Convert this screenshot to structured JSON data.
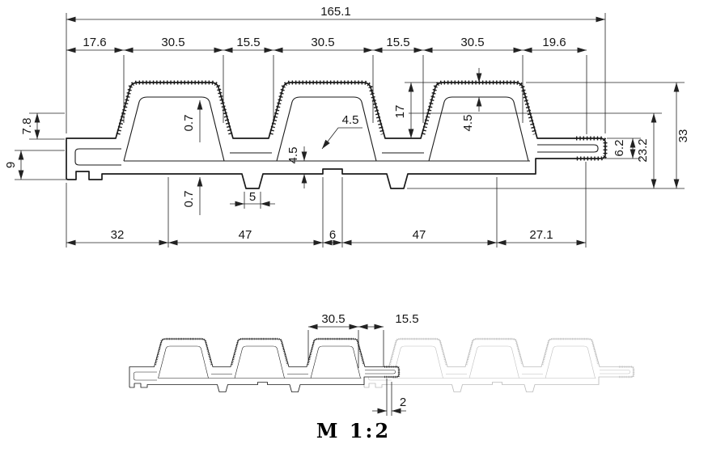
{
  "caption": "M 1:2",
  "colors": {
    "line": "#1a1a1a",
    "ghost": "#bdbdbd",
    "dim": "#222222",
    "bg": "#ffffff"
  },
  "main_view": {
    "overall_width": "165.1",
    "top_segments": [
      "17.6",
      "30.5",
      "15.5",
      "30.5",
      "15.5",
      "30.5",
      "19.6"
    ],
    "left_dims": {
      "lip": "7.8",
      "hook": "9"
    },
    "right_dims": {
      "tongue": "6.2",
      "mid": "23.2",
      "overall": "33"
    },
    "inner_dims": {
      "wall_top": "0.7",
      "wall_bottom": "0.7",
      "rib_height": "17",
      "wall_a": "4.5",
      "wall_leader": "4.5",
      "wall_b": "4.5",
      "foot": "5"
    },
    "bottom_segments": [
      "32",
      "47",
      "6",
      "47",
      "27.1"
    ]
  },
  "detail_view": {
    "rib_width": "30.5",
    "gap_width": "15.5",
    "joint_offset": "2"
  }
}
